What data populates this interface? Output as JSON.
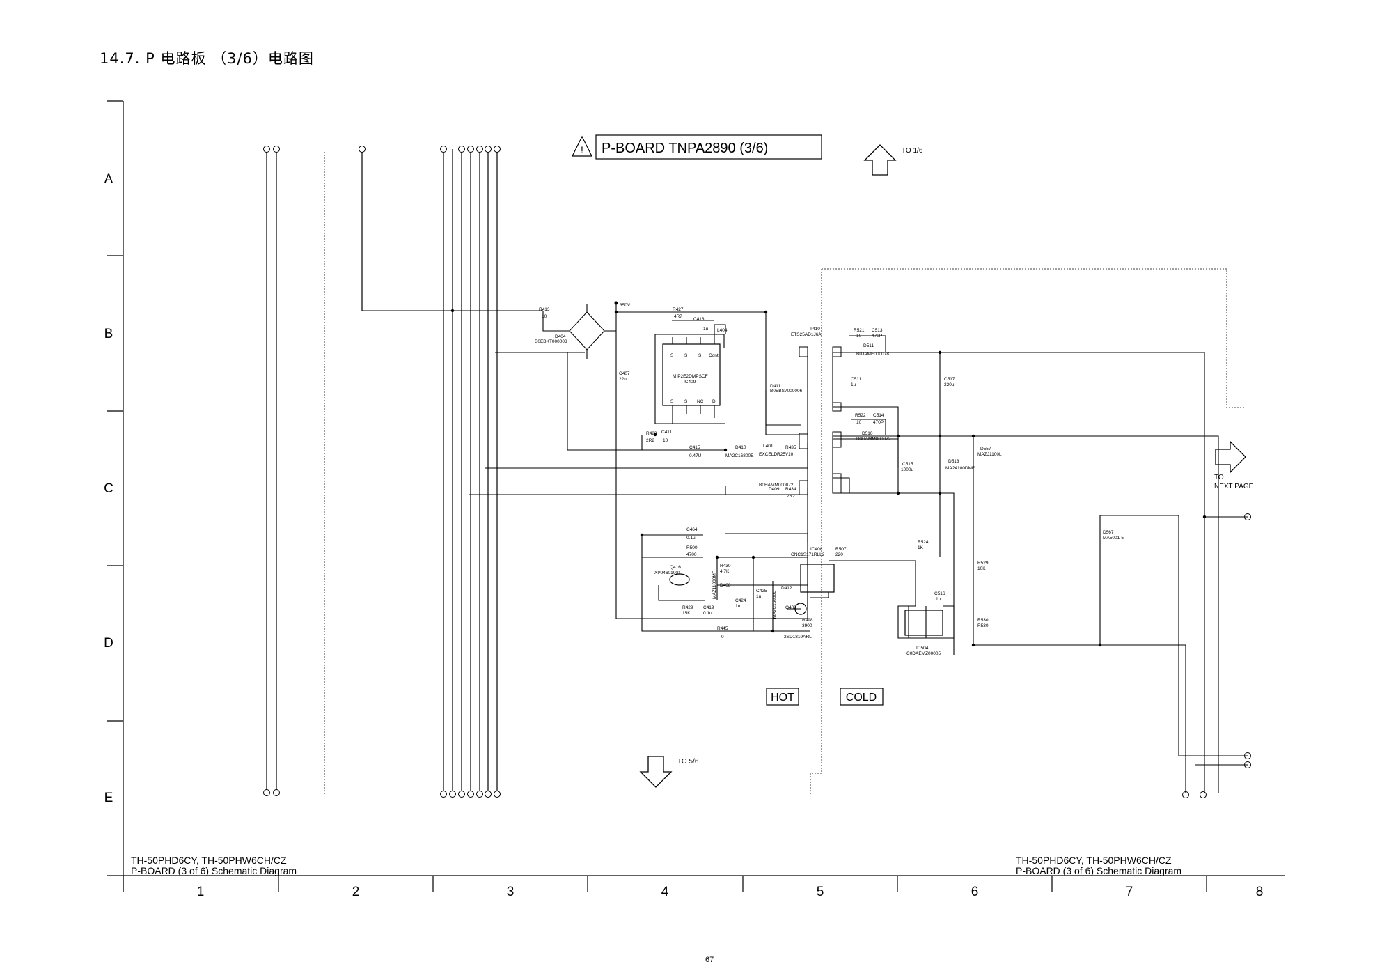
{
  "page_title": "14.7. P 电路板 （3/6）电路图",
  "board_title": "P-BOARD TNPA2890 (3/6)",
  "hot_label": "HOT",
  "cold_label": "COLD",
  "arrows": {
    "to_1_6": "TO 1/6",
    "to_5_6": "TO 5/6",
    "to_next_1": "TO",
    "to_next_2": "NEXT PAGE"
  },
  "footer": {
    "left_model": "TH-50PHD6CY, TH-50PHW6CH/CZ",
    "left_desc": "P-BOARD (3 of 6) Schematic Diagram",
    "right_model": "TH-50PHD6CY, TH-50PHW6CH/CZ",
    "right_desc": "P-BOARD (3 of 6) Schematic Diagram"
  },
  "grid_rows": [
    "A",
    "B",
    "C",
    "D",
    "E"
  ],
  "grid_cols": [
    "1",
    "2",
    "3",
    "4",
    "5",
    "6",
    "7",
    "8"
  ],
  "page_number": "67",
  "components": [
    {
      "ref": "R413",
      "value": "10"
    },
    {
      "ref": "D404",
      "value": "B0EBKT000003"
    },
    {
      "ref": "C407",
      "value": "22u"
    },
    {
      "ref": "R427",
      "value": "4R7"
    },
    {
      "ref": "C413",
      "value": "1u"
    },
    {
      "ref": "L404",
      "value": ""
    },
    {
      "ref": "IC409",
      "value": "MIP2E2DMPSCF"
    },
    {
      "ref": "D411",
      "value": "B0EBS7000006"
    },
    {
      "ref": "T410",
      "value": "ETS25AD1J6AH"
    },
    {
      "ref": "R423",
      "value": "2R2"
    },
    {
      "ref": "C411",
      "value": "10"
    },
    {
      "ref": "C415",
      "value": "0.47U"
    },
    {
      "ref": "D410",
      "value": "MA2C16800E"
    },
    {
      "ref": "L401",
      "value": "EXCELDR25V"
    },
    {
      "ref": "R435",
      "value": "10"
    },
    {
      "ref": "D409",
      "value": "B0HAMM000072"
    },
    {
      "ref": "R434",
      "value": "2R2"
    },
    {
      "ref": "R521",
      "value": "10"
    },
    {
      "ref": "C513",
      "value": "470P"
    },
    {
      "ref": "D511",
      "value": "B0JAME000078"
    },
    {
      "ref": "C511",
      "value": "1u"
    },
    {
      "ref": "C517",
      "value": "220u"
    },
    {
      "ref": "R522",
      "value": "10"
    },
    {
      "ref": "C514",
      "value": "470P"
    },
    {
      "ref": "D510",
      "value": "B0HAMM000072"
    },
    {
      "ref": "C515",
      "value": "1000u"
    },
    {
      "ref": "D513",
      "value": "MA24100DMF"
    },
    {
      "ref": "D557",
      "value": "MAZJ1100L"
    },
    {
      "ref": "C464",
      "value": "0.1u"
    },
    {
      "ref": "R500",
      "value": "4700"
    },
    {
      "ref": "Q416",
      "value": "XP04601001"
    },
    {
      "ref": "R430",
      "value": "4.7K"
    },
    {
      "ref": "D408",
      "value": "MAZ11800MF"
    },
    {
      "ref": "C425",
      "value": "1u"
    },
    {
      "ref": "D412",
      "value": "MA2C16800E"
    },
    {
      "ref": "C424",
      "value": "1u"
    },
    {
      "ref": "IC408",
      "value": "CNC1S171RLL2"
    },
    {
      "ref": "R507",
      "value": "220"
    },
    {
      "ref": "R524",
      "value": "1K"
    },
    {
      "ref": "R529",
      "value": "10K"
    },
    {
      "ref": "D567",
      "value": "MA5001-5"
    },
    {
      "ref": "R429",
      "value": "15K"
    },
    {
      "ref": "C419",
      "value": "0.1u"
    },
    {
      "ref": "Q403",
      "value": "2SD1819ARL"
    },
    {
      "ref": "R498",
      "value": "3900"
    },
    {
      "ref": "R445",
      "value": "0"
    },
    {
      "ref": "C516",
      "value": "1u"
    },
    {
      "ref": "R530",
      "value": "R530"
    },
    {
      "ref": "IC504",
      "value": "C0DAEMZ00005"
    }
  ],
  "supply_label": "350V",
  "ic_pins": {
    "s": "S",
    "nc": "NC",
    "d": "D",
    "cont": "Cont"
  }
}
